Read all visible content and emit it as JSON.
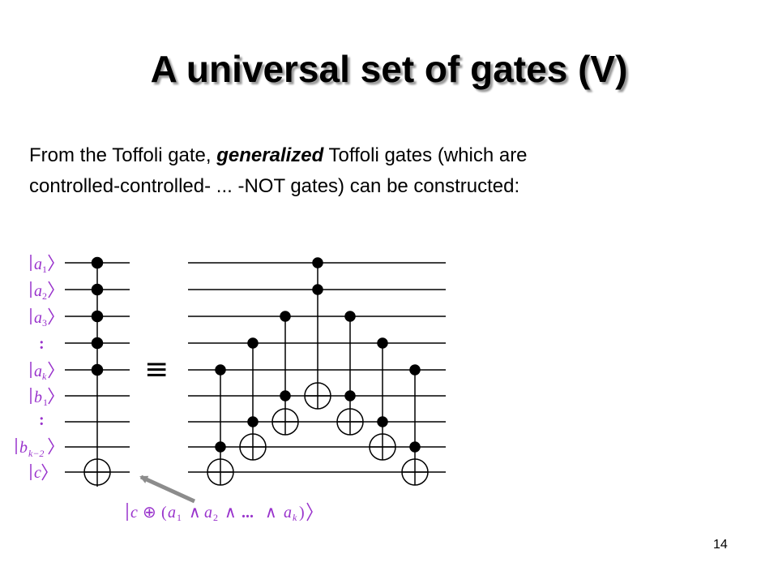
{
  "slide": {
    "title": "A universal set of gates (V)",
    "text_line1_a": "From the Toffoli gate, ",
    "text_line1_em": "generalized",
    "text_line1_b": " Toffoli gates (which are",
    "text_line2": "controlled-controlled- ... -NOT gates) can be constructed:",
    "page_number": "14"
  },
  "circuit": {
    "labels": {
      "a": "a",
      "b": "b",
      "c": "c",
      "sub1": "1",
      "sub2": "2",
      "sub3": "3",
      "subk": "k",
      "subk2": "k−2",
      "colon": ":",
      "equiv": "≡"
    },
    "output_label": {
      "c": "c",
      "oplus": "⊕",
      "a": "a",
      "sub1": "1",
      "sub2": "2",
      "sub_k": "k",
      "and": "∧",
      "dots": "...",
      "lparen": "(",
      "rparen": ")"
    },
    "colors": {
      "label": "#9933cc",
      "wire": "#000000",
      "arrow": "#8c8c8c"
    }
  }
}
